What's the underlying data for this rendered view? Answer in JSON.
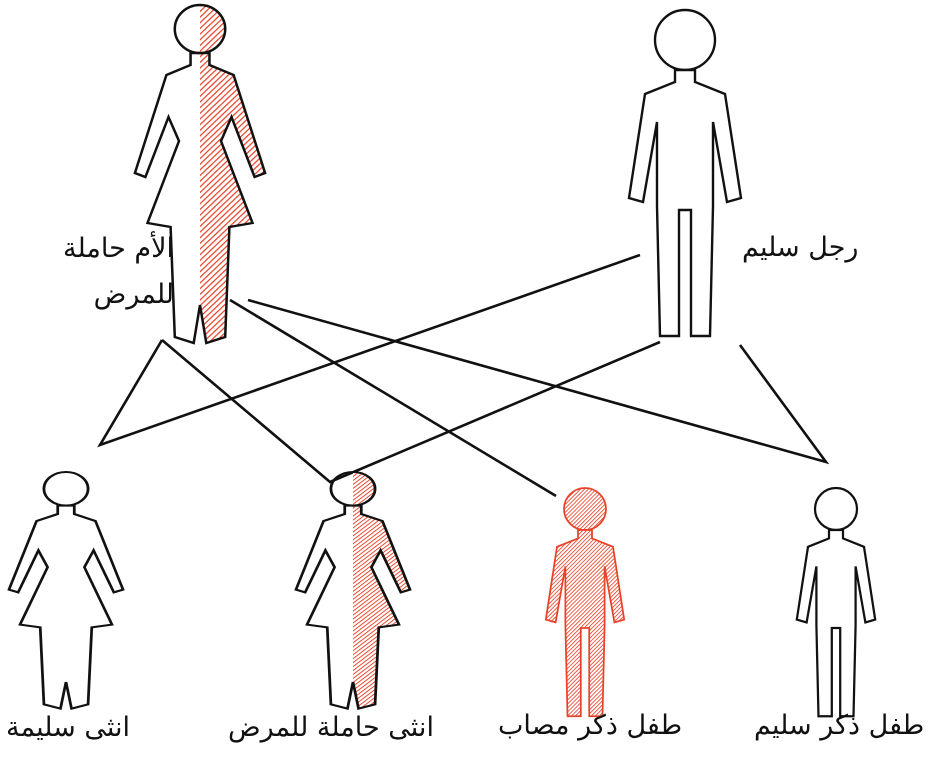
{
  "colors": {
    "carrier": "#e8432a",
    "outline": "#111111",
    "line": "#111111"
  },
  "parents": {
    "mother_label": "الأم حاملة للمرض",
    "father_label": "رجل سليم"
  },
  "children": [
    {
      "label": "انثى سليمة",
      "status": "healthy"
    },
    {
      "label": "انثى حاملة للمرض",
      "status": "carrier"
    },
    {
      "label": "طفل ذكر مصاب",
      "status": "affected"
    },
    {
      "label": "طفل ذكر سليم",
      "status": "healthy"
    }
  ]
}
